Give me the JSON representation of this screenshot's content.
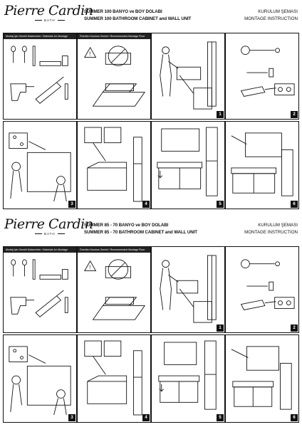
{
  "brand": {
    "logo_text": "Pierre Cardin",
    "logo_sub": "BATH"
  },
  "sheets": [
    {
      "title_tr": "SUMMER 100 BANYO ve BOY DOLABI",
      "title_en": "SUMMER 100 BATHROOM CABINET and WALL UNIT",
      "right_tr": "KURULUM ŞEMASI",
      "right_en": "MONTAGE INSTRUCTION",
      "materials_caption": "Montaj İçin Gerekli Malzemeler / Materials for Montage",
      "floor_caption": "Önerilen Kurulum Zemini / Recommended Montage Floor",
      "steps": [
        "1",
        "2",
        "3",
        "4",
        "5",
        "6"
      ]
    },
    {
      "title_tr": "SUMMER 85 - 70 BANYO ve BOY DOLABI",
      "title_en": "SUMMER 85 - 70 BATHROOM CABINET and WALL UNIT",
      "right_tr": "KURULUM ŞEMASI",
      "right_en": "MONTAGE INSTRUCTION",
      "materials_caption": "Montaj İçin Gerekli Malzemeler / Materials for Montage",
      "floor_caption": "Önerilen Kurulum Zemini / Recommended Montage Floor",
      "steps": [
        "1",
        "2",
        "3",
        "4",
        "5",
        "6"
      ]
    }
  ]
}
